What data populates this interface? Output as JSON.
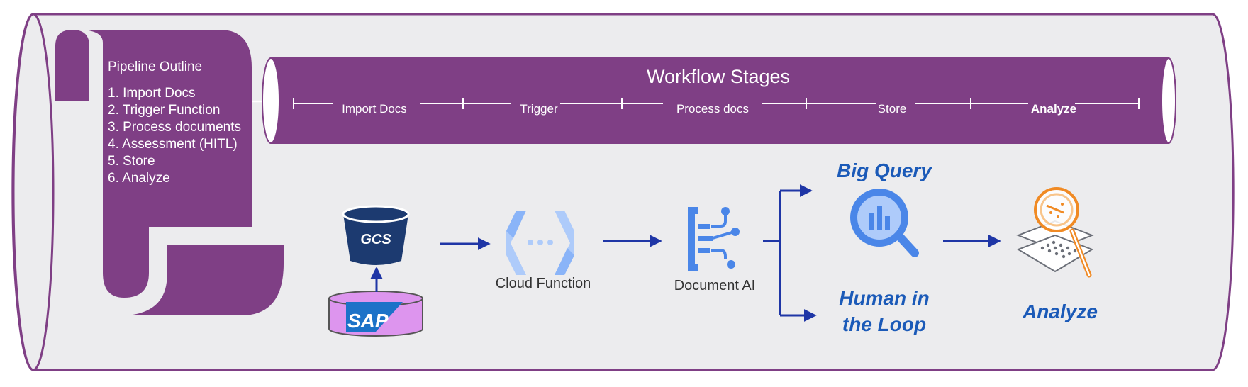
{
  "outline": {
    "title": "Pipeline Outline",
    "items": [
      "1. Import Docs",
      "2. Trigger Function",
      "3. Process documents",
      "4. Assessment (HITL)",
      "5. Store",
      "6. Analyze"
    ]
  },
  "workflow": {
    "title": "Workflow Stages",
    "stages": [
      "Import Docs",
      "Trigger",
      "Process docs",
      "Store",
      "Analyze"
    ]
  },
  "nodes": {
    "gcs": "GCS",
    "sap": "SAP",
    "cloud_function": "Cloud Function",
    "document_ai": "Document AI",
    "big_query": "Big Query",
    "hitl_line1": "Human in",
    "hitl_line2": "the Loop",
    "analyze": "Analyze"
  },
  "colors": {
    "purple": "#7f3f85",
    "cylinder_fill": "#ececee",
    "arrow_blue": "#1f36a6",
    "label_blue": "#1b5ab8",
    "gcs_dark": "#1c3a70",
    "sap_pink": "#dd95ee",
    "google_blue": "#4a86e8",
    "light_blue": "#aecbfa",
    "orange": "#f08a24",
    "gray": "#6b6f78"
  },
  "icons": [
    "gcs-bucket-icon",
    "sap-database-icon",
    "cloud-function-icon",
    "document-ai-icon",
    "bigquery-icon",
    "analyze-magnifier-icon"
  ]
}
